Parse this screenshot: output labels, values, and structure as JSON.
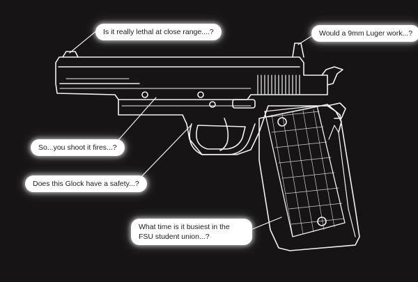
{
  "theme": {
    "background": "#161414",
    "line_color": "#f2f2f2",
    "bubble_bg": "#ffffff",
    "bubble_text": "#1b1b1b"
  },
  "illustration": {
    "subject": "pistol-line-drawing"
  },
  "callouts": [
    {
      "id": "lethal",
      "text": "Is it really lethal at close range....?"
    },
    {
      "id": "luger",
      "text": "Would a 9mm Luger work...?"
    },
    {
      "id": "fires",
      "text": "So...you shoot it fires...?"
    },
    {
      "id": "safety",
      "text": "Does this Glock have a safety...?"
    },
    {
      "id": "union",
      "text": "What time is it busiest in the FSU student union...?"
    }
  ]
}
